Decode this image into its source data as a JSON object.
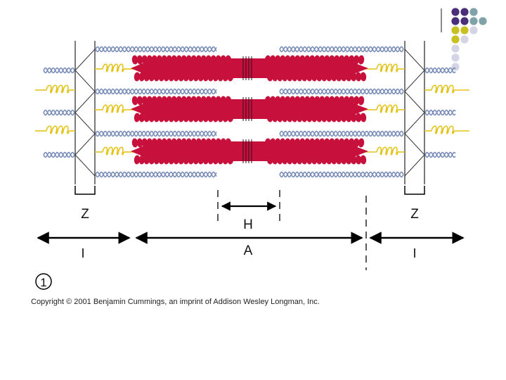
{
  "labels": {
    "z_left": "Z",
    "z_right": "Z",
    "h": "H",
    "a": "A",
    "i_left": "I",
    "i_right": "I",
    "figure_number": "1"
  },
  "copyright": "Copyright © 2001 Benjamin Cummings, an imprint of Addison Wesley Longman, Inc.",
  "colors": {
    "actin": "#7b8fb8",
    "titin": "#e5c41a",
    "myosin": "#c8103c",
    "z_line": "#333333",
    "dot_purple": "#4b2e7a",
    "dot_teal": "#7fa3a8",
    "dot_yellow": "#c8c020",
    "dot_lavender": "#d4d4e6"
  },
  "decoration_dot_colors": [
    [
      "dot_purple",
      "dot_purple",
      "dot_teal"
    ],
    [
      "dot_purple",
      "dot_purple",
      "dot_teal",
      "dot_teal"
    ],
    [
      "dot_yellow",
      "dot_yellow",
      "dot_lavender"
    ],
    [
      "dot_yellow",
      "dot_lavender"
    ],
    [
      "dot_lavender"
    ],
    [
      "dot_lavender"
    ],
    [
      "dot_lavender"
    ]
  ]
}
